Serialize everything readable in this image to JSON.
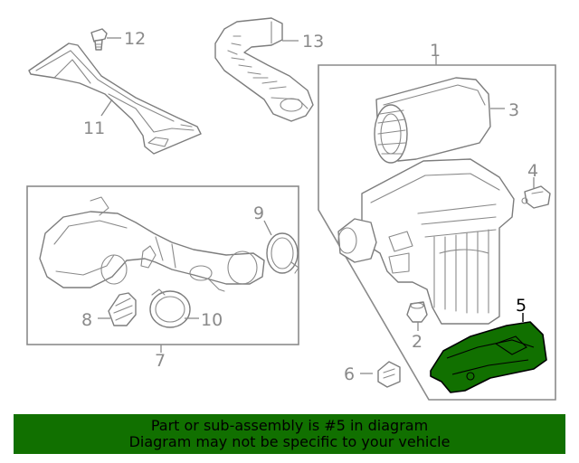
{
  "callouts": {
    "c1": "1",
    "c2": "2",
    "c3": "3",
    "c4": "4",
    "c5": "5",
    "c6": "6",
    "c7": "7",
    "c8": "8",
    "c9": "9",
    "c10": "10",
    "c11": "11",
    "c12": "12",
    "c13": "13"
  },
  "highlight": {
    "part_number": "5",
    "color": "#117000",
    "outline_color": "#000000"
  },
  "banner": {
    "line1": "Part or sub-assembly is #5 in diagram",
    "line2": "Diagram may not be specific to your vehicle",
    "background": "#117000"
  }
}
